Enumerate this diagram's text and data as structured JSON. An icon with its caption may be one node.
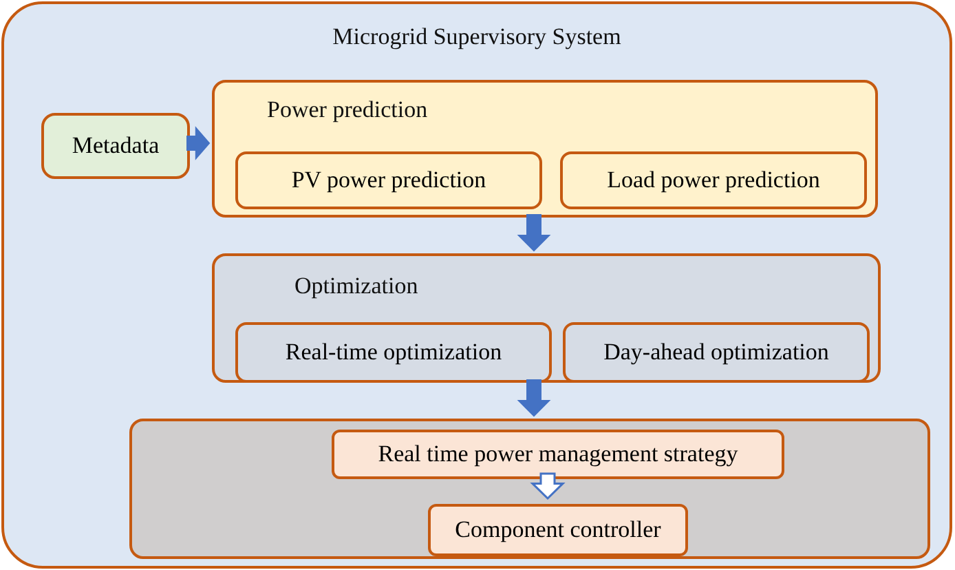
{
  "diagram": {
    "nodes": [
      {
        "text": [
          "Microgrid Supervisory System"
        ]
      },
      {
        "text": [
          "Metadata"
        ],
        "in": 0
      },
      {
        "text": [
          "Power prediction"
        ],
        "in": 0
      },
      {
        "text": [
          "PV power prediction"
        ],
        "in": 2
      },
      {
        "text": [
          "Load power prediction"
        ],
        "in": 2
      },
      {
        "text": [
          "Optimization"
        ],
        "in": 0
      },
      {
        "text": [
          "Real-time optimization"
        ],
        "in": 5
      },
      {
        "text": [
          "Day-ahead optimization"
        ],
        "in": 5
      },
      {
        "text": [],
        "shape": "box",
        "in": 0
      },
      {
        "text": [
          "Real time power management strategy"
        ],
        "in": 8
      },
      {
        "text": [
          "Component controller"
        ],
        "in": 8
      }
    ],
    "edges": [
      {
        "from": 1,
        "to": 2,
        "arrow": "to"
      },
      {
        "from": 2,
        "to": 5,
        "arrow": "to"
      },
      {
        "from": 5,
        "to": 8,
        "arrow": "to"
      },
      {
        "from": 9,
        "to": 10,
        "arrow": "to",
        "color": "#ffffff"
      }
    ]
  }
}
